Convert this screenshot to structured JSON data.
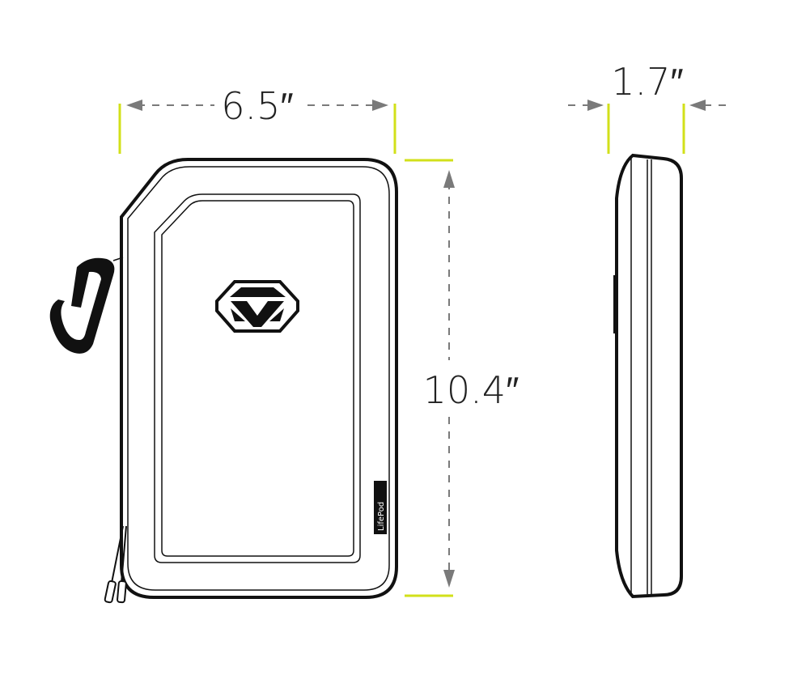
{
  "dimensions": {
    "width": "6.5″",
    "height": "10.4″",
    "depth": "1.7″"
  },
  "product": {
    "label": "LifePod",
    "registered_mark": "®",
    "logo_icon": "vaultek-v-shield-icon"
  },
  "colors": {
    "dimension_marker": "#d2e01a",
    "dimension_arrow": "#7a7a7a",
    "outline": "#111111"
  }
}
